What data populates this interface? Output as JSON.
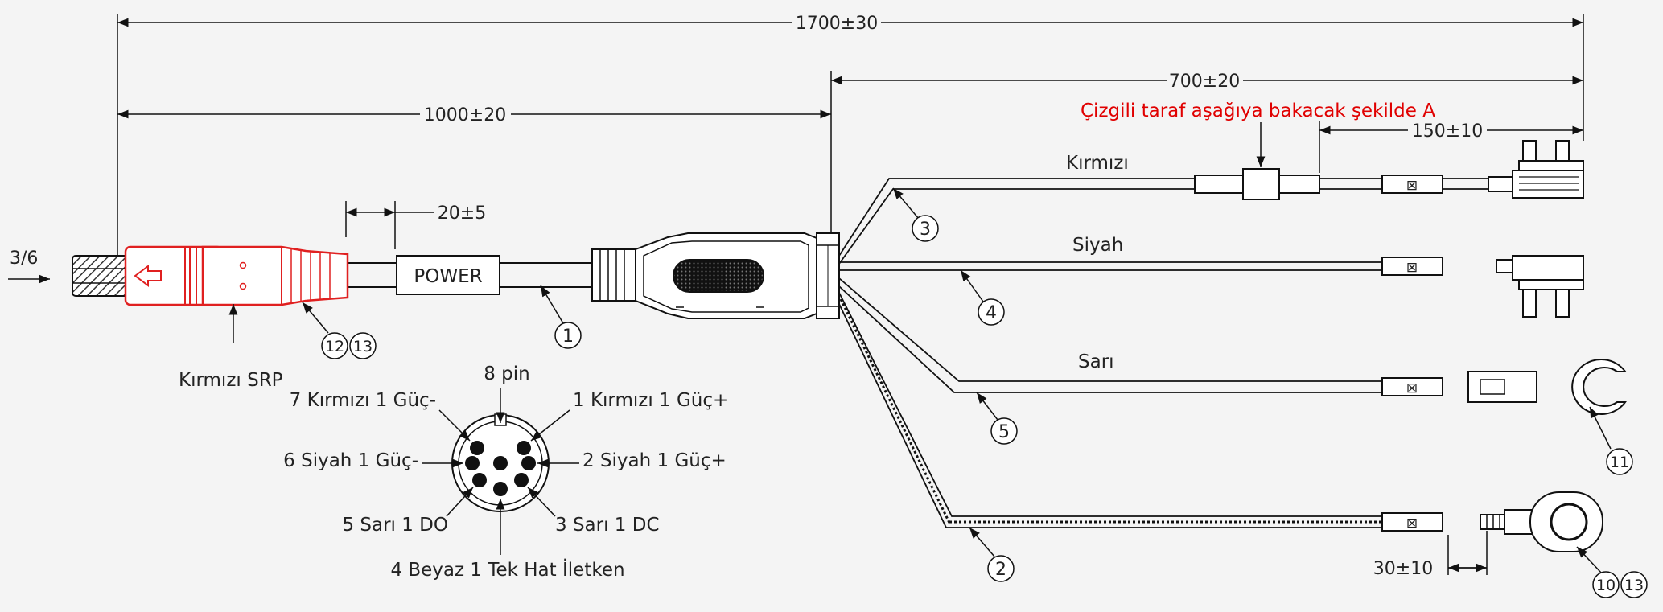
{
  "dimensions": {
    "total": "1700±30",
    "left_section": "1000±20",
    "right_section": "700±20",
    "power_label_offset": "20±5",
    "fuse_offset": "150±10",
    "ring_terminal_offset": "30±10",
    "end_note": "3/6"
  },
  "labels": {
    "connector": "Kırmızı SRP",
    "power_sleeve": "POWER",
    "wire_red": "Kırmızı",
    "wire_black": "Siyah",
    "wire_yellow": "Sarı",
    "stripe_note": "Çizgili taraf aşağıya bakacak şekilde A"
  },
  "pinout": {
    "title": "8 pin",
    "pin1": "1 Kırmızı 1 Güç+",
    "pin2": "2 Siyah 1 Güç+",
    "pin3": "3 Sarı 1 DC",
    "pin4": "4 Beyaz 1 Tek Hat İletken",
    "pin5": "5 Sarı 1 DO",
    "pin6": "6 Siyah 1 Güç-",
    "pin7": "7 Kırmızı 1 Güç-"
  },
  "callouts": {
    "c1": "1",
    "c2": "2",
    "c3": "3",
    "c4": "4",
    "c5": "5",
    "c11": "11",
    "c10": "10",
    "c12": "12",
    "c13": "13"
  },
  "colors": {
    "connector_red": "#e02020",
    "red_text": "#e00000",
    "line": "#111111"
  }
}
